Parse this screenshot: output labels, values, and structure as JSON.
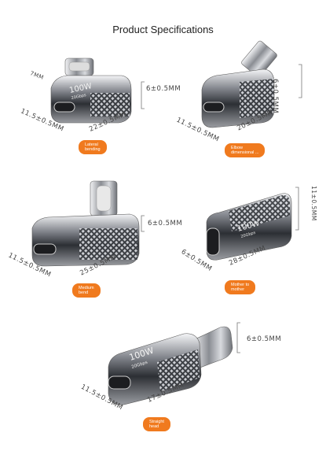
{
  "title": "Product Specifications",
  "products": [
    {
      "id": "lateral",
      "badge": "Lateral\nbending",
      "width": "22±0.5MM",
      "length": "11.5±0.5MM",
      "height": "6±0.5MM",
      "side": "7MM",
      "engraving_top": "100W",
      "engraving_sub": "20Gbps"
    },
    {
      "id": "elbow",
      "badge": "Elbow\ndimensional ...",
      "width": "20±0.5MM",
      "length": "11.5±0.5MM",
      "height": "6±0.5MM"
    },
    {
      "id": "medium",
      "badge": "Medium\nbend",
      "width": "25±0.5MM",
      "length": "11.5±0.5MM",
      "height": "6±0.5MM"
    },
    {
      "id": "mother",
      "badge": "Mother to\nmother",
      "width": "28±0.5MM",
      "length": "6±0.5MM",
      "height": "11±0.5MM",
      "engraving_top": "100W",
      "engraving_sub": "20Gbps"
    },
    {
      "id": "straight",
      "badge": "Straight\nhead",
      "width": "17±0.5MM",
      "length": "11.5±0.5MM",
      "height": "6±0.5MM",
      "engraving_top": "100W",
      "engraving_sub": "20Gbps"
    }
  ],
  "colors": {
    "badge": "#f07a1e",
    "metal_dark": "#3a3d42",
    "metal_light": "#e6e8ec"
  }
}
